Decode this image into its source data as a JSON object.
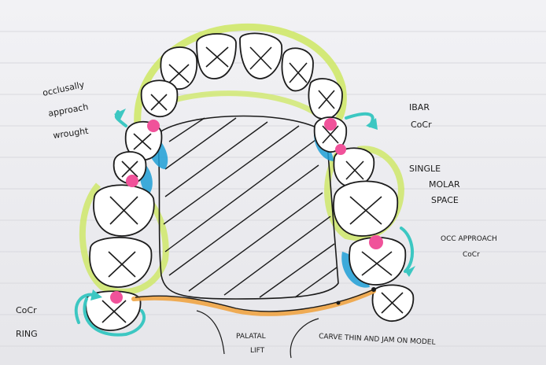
{
  "annotations": {
    "occlusal_left": [
      "occlusally",
      "approach",
      "wrought"
    ],
    "ibar": [
      "IBAR",
      "CoCr"
    ],
    "single_molar": [
      "SINGLE",
      "MOLAR",
      "SPACE"
    ],
    "occ_approach_right": [
      "OCC APPROACH",
      "CoCr"
    ],
    "cocr_ring": [
      "CoCr",
      "RING"
    ],
    "palatal_lift": [
      "PALATAL",
      "LIFT"
    ],
    "carve": "CARVE THIN AND JAM ON MODEL"
  },
  "colors": {
    "paper": "#efeff2",
    "ink": "#1b1b1b",
    "highlighter_green": "#cfe86a",
    "highlighter_blue": "#1e9fd6",
    "highlighter_pink": "#f0529a",
    "highlighter_teal": "#3cc7c2",
    "highlighter_orange": "#f0a444"
  },
  "icons": [
    "x-mark-icon",
    "arrow-icon"
  ]
}
